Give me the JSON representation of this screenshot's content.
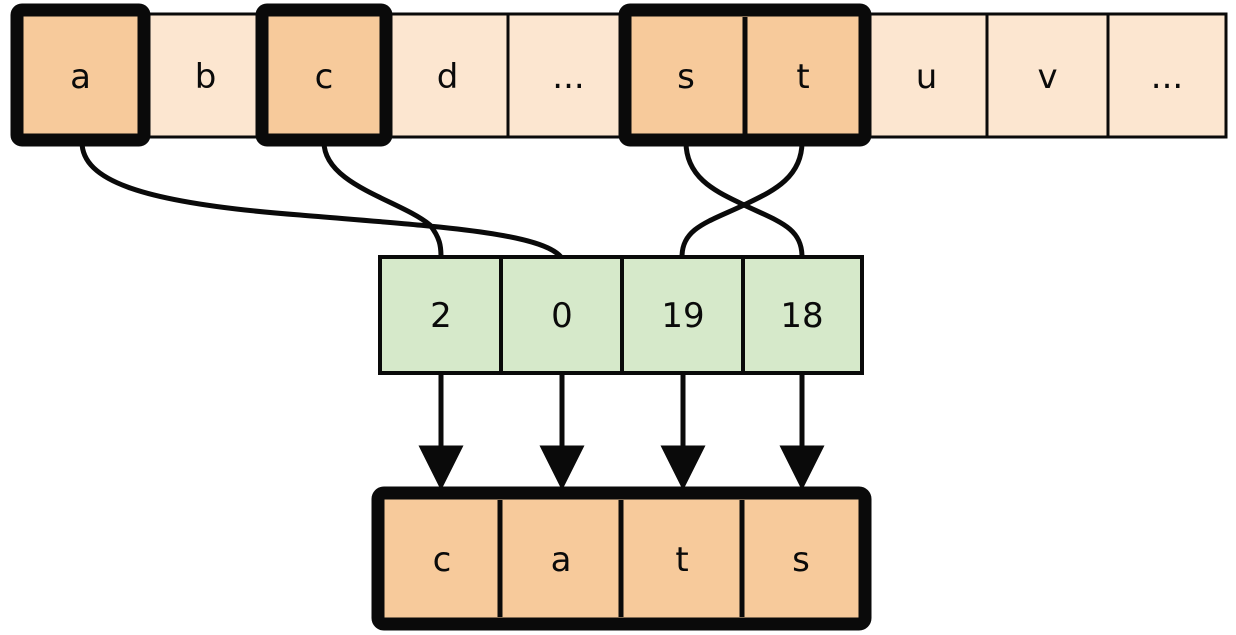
{
  "diagram": {
    "title": "alphabet-index-lookup-to-word",
    "colors": {
      "highlight_fill": "#f7ca9b",
      "plain_fill": "#fce6d0",
      "index_fill": "#d6e9ca",
      "stroke": "#0a0a0a",
      "background": "#ffffff"
    },
    "alphabet_row": {
      "name": "alphabet-row",
      "cells": [
        {
          "label": "a",
          "highlighted": true,
          "bold_outline": true
        },
        {
          "label": "b",
          "highlighted": false,
          "bold_outline": false
        },
        {
          "label": "c",
          "highlighted": true,
          "bold_outline": true
        },
        {
          "label": "d",
          "highlighted": false,
          "bold_outline": false
        },
        {
          "label": "...",
          "highlighted": false,
          "bold_outline": false
        },
        {
          "label": "s",
          "highlighted": true,
          "bold_outline": true
        },
        {
          "label": "t",
          "highlighted": true,
          "bold_outline": true
        },
        {
          "label": "u",
          "highlighted": false,
          "bold_outline": false
        },
        {
          "label": "v",
          "highlighted": false,
          "bold_outline": false
        },
        {
          "label": "...",
          "highlighted": false,
          "bold_outline": false
        }
      ]
    },
    "index_row": {
      "name": "index-row",
      "cells": [
        {
          "value": "2"
        },
        {
          "value": "0"
        },
        {
          "value": "19"
        },
        {
          "value": "18"
        }
      ]
    },
    "word_row": {
      "name": "word-row",
      "cells": [
        {
          "letter": "c"
        },
        {
          "letter": "a"
        },
        {
          "letter": "t"
        },
        {
          "letter": "s"
        }
      ]
    },
    "connections": [
      {
        "from": "a",
        "to": "0",
        "kind": "curve"
      },
      {
        "from": "c",
        "to": "2",
        "kind": "curve"
      },
      {
        "from": "s",
        "to": "18",
        "kind": "curve"
      },
      {
        "from": "t",
        "to": "19",
        "kind": "curve"
      },
      {
        "from": "2",
        "to": "c",
        "kind": "arrow"
      },
      {
        "from": "0",
        "to": "a",
        "kind": "arrow"
      },
      {
        "from": "19",
        "to": "t",
        "kind": "arrow"
      },
      {
        "from": "18",
        "to": "s",
        "kind": "arrow"
      }
    ]
  }
}
